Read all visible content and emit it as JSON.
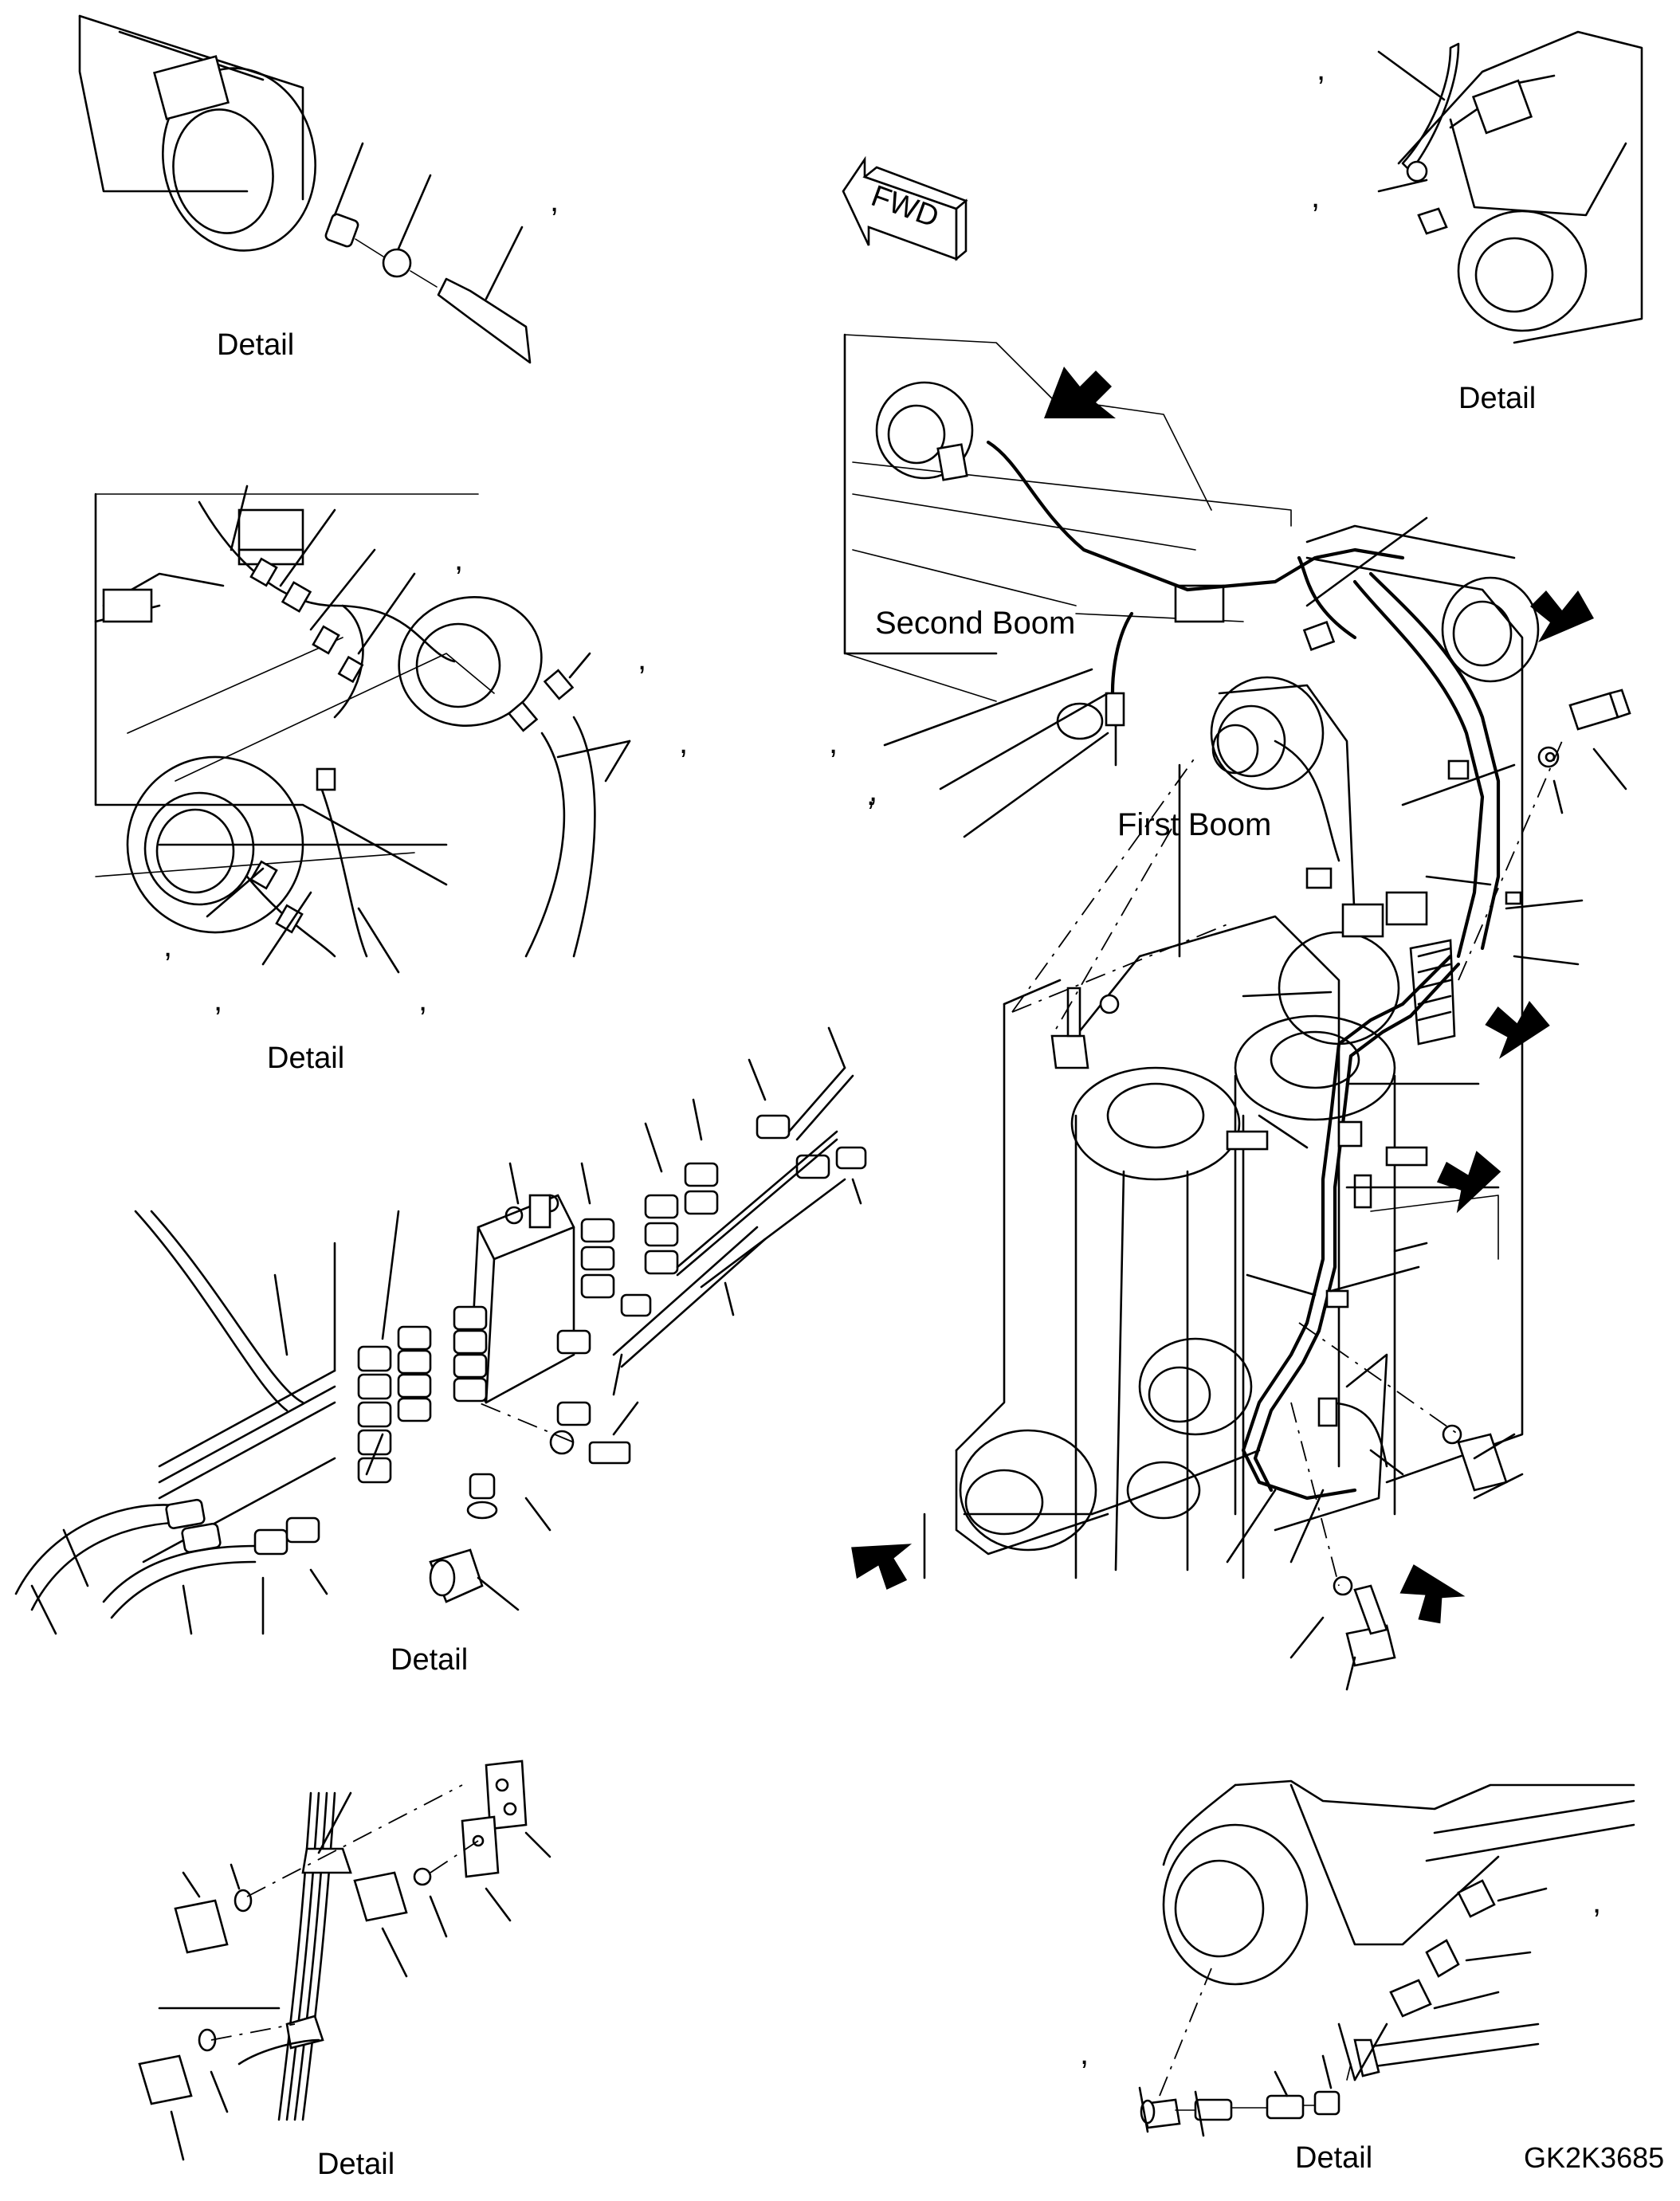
{
  "labels": {
    "detail": "Detail",
    "second_boom": "Second Boom",
    "first_boom": "First Boom",
    "fwd": "FWD",
    "drawing_code": "GK2K3685"
  },
  "comma_mark": ","
}
